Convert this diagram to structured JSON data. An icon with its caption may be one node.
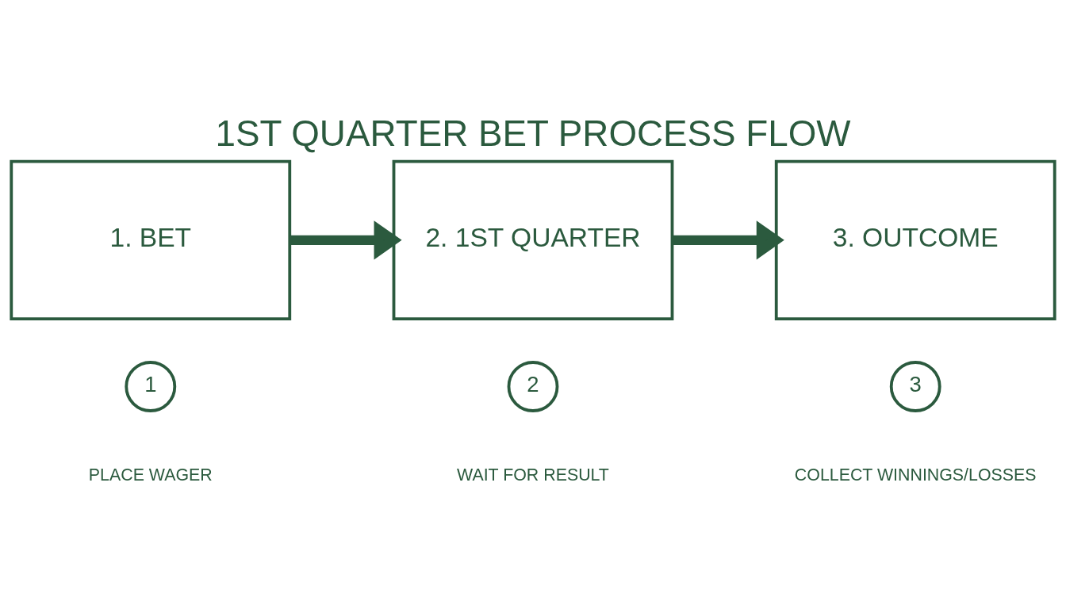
{
  "diagram": {
    "title": "1ST QUARTER BET PROCESS FLOW",
    "nodes": [
      {
        "text": [
          "1. BET"
        ]
      },
      {
        "text": [
          "2. 1ST QUARTER"
        ]
      },
      {
        "text": [
          "3. OUTCOME"
        ]
      },
      {
        "text": [
          "1"
        ],
        "beside": [
          "PLACE WAGER"
        ]
      },
      {
        "text": [
          "2"
        ],
        "beside": [
          "WAIT FOR RESULT"
        ]
      },
      {
        "text": [
          "3"
        ],
        "beside": [
          "COLLECT WINNINGS/LOSSES"
        ]
      }
    ],
    "edges": [
      {
        "from": 0,
        "to": 1,
        "arrow": "to"
      },
      {
        "from": 1,
        "to": 2,
        "arrow": "to"
      }
    ]
  }
}
